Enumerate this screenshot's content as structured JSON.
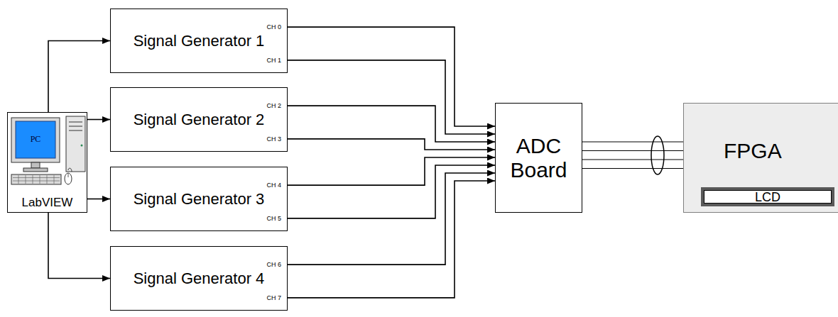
{
  "diagram": {
    "nodes": [
      {
        "text": [
          "PC",
          "LabVIEW"
        ]
      },
      {
        "text": [
          "Signal Generator 1",
          "CH 0",
          "CH 1"
        ]
      },
      {
        "text": [
          "Signal Generator 2",
          "CH 2",
          "CH 3"
        ]
      },
      {
        "text": [
          "Signal Generator 3",
          "CH 4",
          "CH 5"
        ]
      },
      {
        "text": [
          "Signal Generator 4",
          "CH 6",
          "CH 7"
        ]
      },
      {
        "text": [
          "ADC Board"
        ]
      },
      {
        "text": [
          "FPGA"
        ]
      },
      {
        "text": [
          "LCD"
        ],
        "in": 6
      }
    ],
    "edges": [
      {
        "from": 0,
        "to": 1,
        "arrow": "to"
      },
      {
        "from": 0,
        "to": 2,
        "arrow": "to"
      },
      {
        "from": 0,
        "to": 3,
        "arrow": "to"
      },
      {
        "from": 0,
        "to": 4,
        "arrow": "to"
      },
      {
        "from": 1,
        "to": 5,
        "arrow": "to"
      },
      {
        "from": 1,
        "to": 5,
        "arrow": "to"
      },
      {
        "from": 2,
        "to": 5,
        "arrow": "to"
      },
      {
        "from": 2,
        "to": 5,
        "arrow": "to"
      },
      {
        "from": 3,
        "to": 5,
        "arrow": "to"
      },
      {
        "from": 3,
        "to": 5,
        "arrow": "to"
      },
      {
        "from": 4,
        "to": 5,
        "arrow": "to"
      },
      {
        "from": 4,
        "to": 5,
        "arrow": "to"
      },
      {
        "from": 5,
        "to": 6,
        "arrow": "none"
      },
      {
        "from": 5,
        "to": 6,
        "arrow": "none"
      },
      {
        "from": 5,
        "to": 6,
        "arrow": "none"
      },
      {
        "from": 5,
        "to": 6,
        "arrow": "none"
      }
    ]
  }
}
